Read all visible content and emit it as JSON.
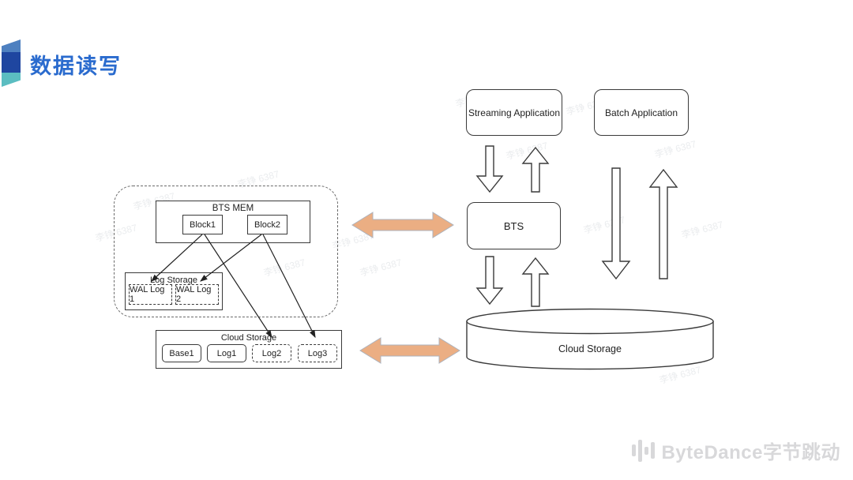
{
  "slide": {
    "title": "数据读写",
    "watermark": "李铮 6387",
    "footer_brand": "ByteDance字节跳动"
  },
  "left": {
    "bts_mem": {
      "label": "BTS MEM",
      "block1": "Block1",
      "block2": "Block2"
    },
    "log_storage": {
      "label": "Log Storage",
      "wal1": "WAL Log 1",
      "wal2": "WAL Log 2"
    },
    "cloud_box": {
      "label": "Cloud Storage",
      "base1": "Base1",
      "log1": "Log1",
      "log2": "Log2",
      "log3": "Log3"
    }
  },
  "right": {
    "streaming_app": "Streaming Application",
    "batch_app": "Batch Application",
    "bts": "BTS",
    "cylinder": "Cloud Storage"
  },
  "colors": {
    "title_blue": "#2A6BCE",
    "accent_orange": "#EBAE83",
    "logo_band_top": "#4E80C0",
    "logo_band_mid": "#1F46A0",
    "logo_band_bottom": "#5BBDC1",
    "footer_gray": "#D8D8DA",
    "line_dark": "#3A3A3A"
  }
}
